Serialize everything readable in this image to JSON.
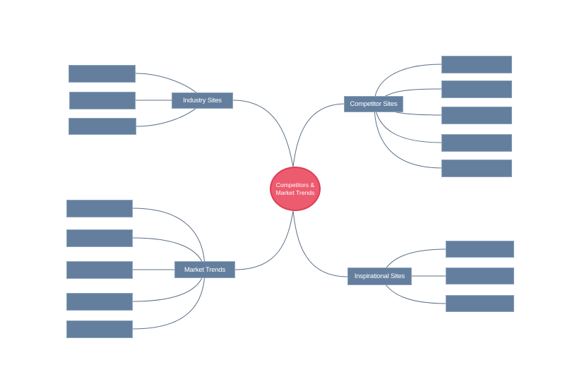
{
  "diagram": {
    "colors": {
      "line": "#5d6f86",
      "node": "#647f9e",
      "center": "#ed5b6f"
    },
    "center": {
      "label": "Competitors & Market Trends"
    },
    "branches": {
      "industry_sites": {
        "label": "Industry Sites",
        "leaf_count": 3
      },
      "competitor_sites": {
        "label": "Competitor Sites",
        "leaf_count": 5
      },
      "market_trends": {
        "label": "Market Trends",
        "leaf_count": 5
      },
      "inspirational_sites": {
        "label": "Inspirational Sites",
        "leaf_count": 3
      }
    }
  }
}
